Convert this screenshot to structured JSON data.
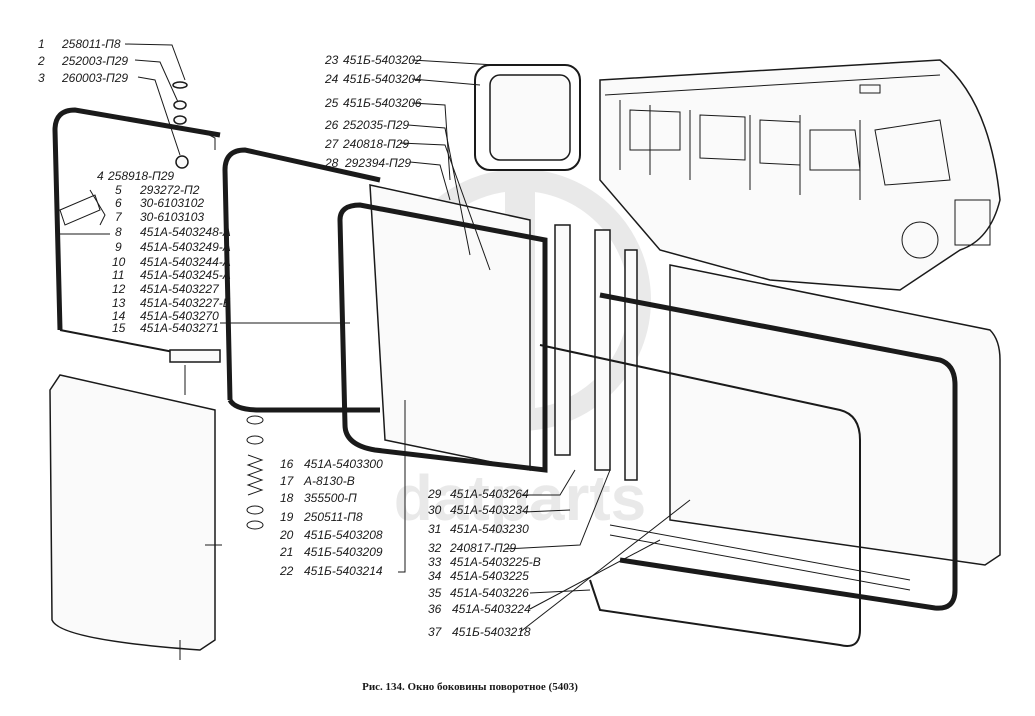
{
  "figure": {
    "caption": "Рис. 134. Окно боковины поворотное (5403)",
    "watermark": "datparts"
  },
  "parts": [
    {
      "num": "1",
      "code": "258011-П8"
    },
    {
      "num": "2",
      "code": "252003-П29"
    },
    {
      "num": "3",
      "code": "260003-П29"
    },
    {
      "num": "4",
      "code": "258918-П29"
    },
    {
      "num": "5",
      "code": "293272-П2"
    },
    {
      "num": "6",
      "code": "30-6103102"
    },
    {
      "num": "7",
      "code": "30-6103103"
    },
    {
      "num": "8",
      "code": "451А-5403248-А"
    },
    {
      "num": "9",
      "code": "451А-5403249-А"
    },
    {
      "num": "10",
      "code": "451А-5403244-А"
    },
    {
      "num": "11",
      "code": "451А-5403245-А"
    },
    {
      "num": "12",
      "code": "451А-5403227"
    },
    {
      "num": "13",
      "code": "451А-5403227-Б"
    },
    {
      "num": "14",
      "code": "451А-5403270"
    },
    {
      "num": "15",
      "code": "451А-5403271"
    },
    {
      "num": "16",
      "code": "451А-5403300"
    },
    {
      "num": "17",
      "code": "А-8130-В"
    },
    {
      "num": "18",
      "code": "355500-П"
    },
    {
      "num": "19",
      "code": "250511-П8"
    },
    {
      "num": "20",
      "code": "451Б-5403208"
    },
    {
      "num": "21",
      "code": "451Б-5403209"
    },
    {
      "num": "22",
      "code": "451Б-5403214"
    },
    {
      "num": "23",
      "code": "451Б-5403202"
    },
    {
      "num": "24",
      "code": "451Б-5403204"
    },
    {
      "num": "25",
      "code": "451Б-5403206"
    },
    {
      "num": "26",
      "code": "252035-П29"
    },
    {
      "num": "27",
      "code": "240818-П29"
    },
    {
      "num": "28",
      "code": "292394-П29"
    },
    {
      "num": "29",
      "code": "451А-5403264"
    },
    {
      "num": "30",
      "code": "451А-5403234"
    },
    {
      "num": "31",
      "code": "451А-5403230"
    },
    {
      "num": "32",
      "code": "240817-П29"
    },
    {
      "num": "33",
      "code": "451А-5403225-В"
    },
    {
      "num": "34",
      "code": "451А-5403225"
    },
    {
      "num": "35",
      "code": "451А-5403226"
    },
    {
      "num": "36",
      "code": "451А-5403224"
    },
    {
      "num": "37",
      "code": "451Б-5403218"
    }
  ]
}
